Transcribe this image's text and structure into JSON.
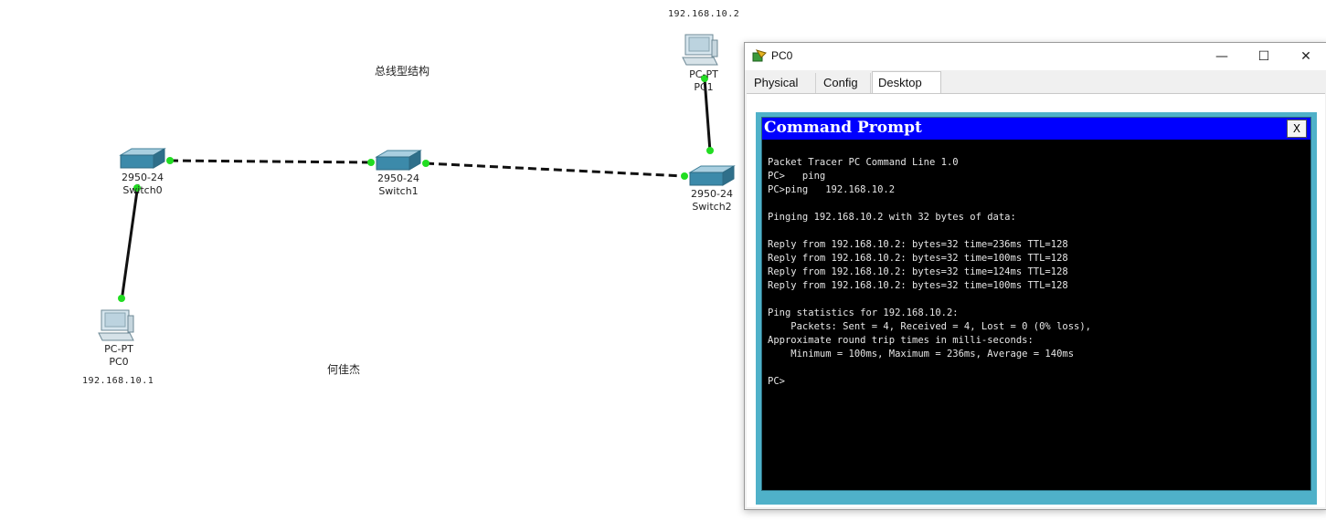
{
  "topology": {
    "title_note": "总线型结构",
    "author_note": "何佳杰",
    "pc0": {
      "type": "PC-PT",
      "name": "PC0",
      "ip": "192.168.10.1"
    },
    "pc1": {
      "type": "PC-PT",
      "name": "PC1",
      "ip": "192.168.10.2"
    },
    "switch0": {
      "type": "2950-24",
      "name": "Switch0"
    },
    "switch1": {
      "type": "2950-24",
      "name": "Switch1"
    },
    "switch2": {
      "type": "2950-24",
      "name": "Switch2"
    },
    "link_dot_color": "#22dd22"
  },
  "window": {
    "title": "PC0",
    "controls": {
      "minimize": "—",
      "maximize": "☐",
      "close": "✕"
    },
    "tabs": [
      "Physical",
      "Config",
      "Desktop"
    ],
    "active_tab": "Desktop"
  },
  "command_prompt": {
    "title": "Command Prompt",
    "close_label": "X",
    "output": "Packet Tracer PC Command Line 1.0\nPC>   ping\nPC>ping   192.168.10.2\n\nPinging 192.168.10.2 with 32 bytes of data:\n\nReply from 192.168.10.2: bytes=32 time=236ms TTL=128\nReply from 192.168.10.2: bytes=32 time=100ms TTL=128\nReply from 192.168.10.2: bytes=32 time=124ms TTL=128\nReply from 192.168.10.2: bytes=32 time=100ms TTL=128\n\nPing statistics for 192.168.10.2:\n    Packets: Sent = 4, Received = 4, Lost = 0 (0% loss),\nApproximate round trip times in milli-seconds:\n    Minimum = 100ms, Maximum = 236ms, Average = 140ms\n\nPC>"
  },
  "colors": {
    "cmd_title_bg": "#0000ff",
    "desktop_bg": "#4fb1c9",
    "terminal_bg": "#000000"
  }
}
